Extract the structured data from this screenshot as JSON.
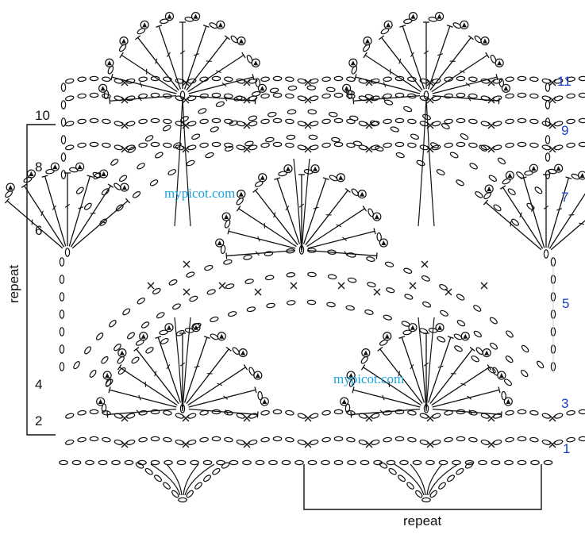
{
  "rows_left": [
    "10",
    "8",
    "6",
    "4",
    "2"
  ],
  "rows_right": [
    "11",
    "9",
    "7",
    "5",
    "3",
    "1"
  ],
  "watermark": "mypicot.com",
  "repeat_vertical": "repeat",
  "repeat_horizontal": "repeat",
  "colors": {
    "ink": "#111111",
    "row_odd": "#1a3fbf",
    "watermark": "#1aa3e0"
  },
  "symbols": [
    "chain-stitch",
    "single-crochet",
    "double-crochet",
    "picot"
  ]
}
